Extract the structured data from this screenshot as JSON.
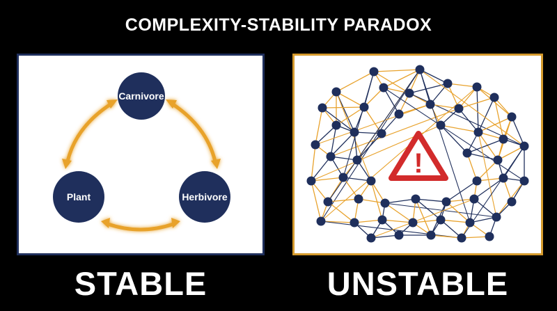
{
  "title": "COMPLEXITY-STABILITY PARADOX",
  "colors": {
    "background": "#000000",
    "navy": "#1f2f5c",
    "gold": "#e8a22c",
    "warning_red": "#d22b2b"
  },
  "stable": {
    "label": "STABLE",
    "nodes": {
      "carnivore": "Carnivore",
      "plant": "Plant",
      "herbivore": "Herbivore"
    }
  },
  "unstable": {
    "label": "UNSTABLE",
    "warning_symbol": "!"
  }
}
